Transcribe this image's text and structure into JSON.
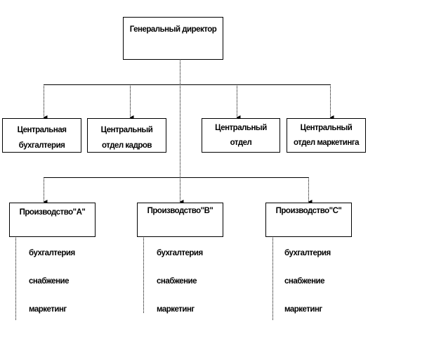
{
  "director": {
    "label": "Генеральный директор"
  },
  "central_departments": [
    {
      "line1": "Центральная",
      "line2": "бухгалтерия"
    },
    {
      "line1": "Центральный",
      "line2": "отдел кадров"
    },
    {
      "line1": "Центральный",
      "line2": "отдел"
    },
    {
      "line1": "Центральный",
      "line2": "отдел маркетинга"
    }
  ],
  "productions": [
    {
      "label": "Производство\"A\"",
      "items": [
        "бухгалтерия",
        "снабжение",
        "маркетинг"
      ]
    },
    {
      "label": "Производство\"B\"",
      "items": [
        "бухгалтерия",
        "снабжение",
        "маркетинг"
      ]
    },
    {
      "label": "Производство\"C\"",
      "items": [
        "бухгалтерия",
        "снабжение",
        "маркетинг"
      ]
    }
  ]
}
